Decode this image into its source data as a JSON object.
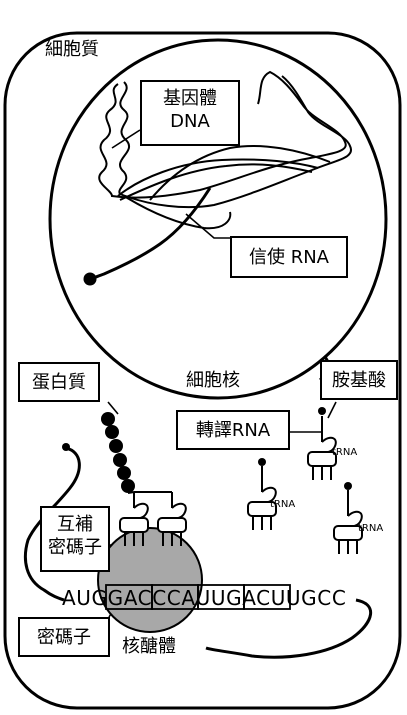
{
  "labels": {
    "cytoplasm": "細胞質",
    "nucleus": "細胞核",
    "chromosome_line1": "基因體",
    "chromosome_line2": "DNA",
    "mrna": "信使 RNA",
    "protein": "蛋白質",
    "amino_acid": "胺基酸",
    "translation_rna": "轉譯RNA",
    "anticodon_line1": "互補",
    "anticodon_line2": "密碼子",
    "codon": "密碼子",
    "ribosome": "核醣體",
    "trna": "tRNA"
  },
  "sequence": "AUGGACCCAUUGACUUGCC",
  "colors": {
    "line": "#000000",
    "background": "#ffffff",
    "ribosome": "#a8a8a8"
  }
}
